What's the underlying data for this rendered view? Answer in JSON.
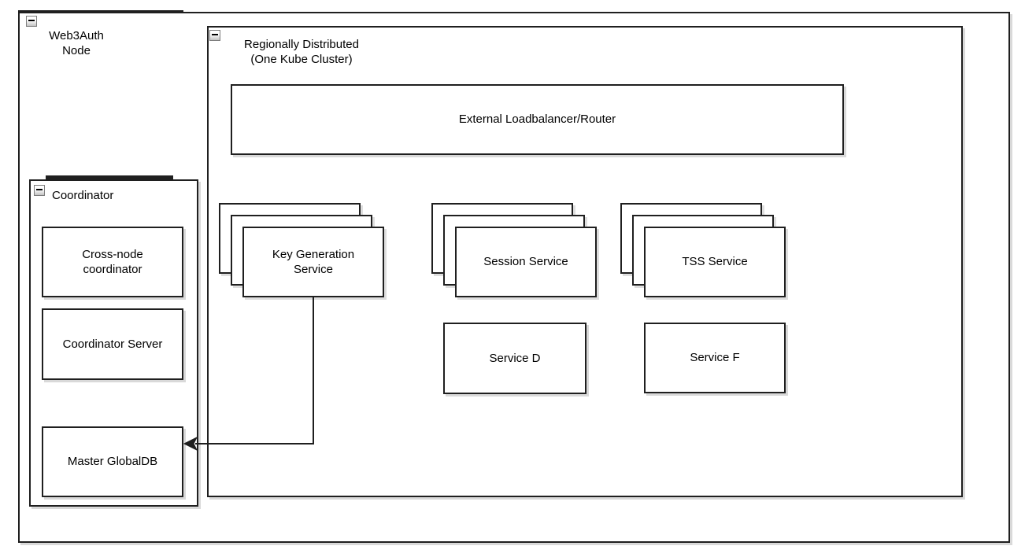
{
  "canvas": {
    "background": "#ffffff",
    "stroke_color": "#1f1f1f",
    "fill_color": "#ffffff",
    "shadow_color": "#d9d9d9"
  },
  "containers": {
    "web3auth": {
      "label": "Web3Auth\nNode",
      "icon": "collapse-minus-icon"
    },
    "regional": {
      "label": "Regionally Distributed\n(One Kube Cluster)",
      "icon": "collapse-minus-icon"
    },
    "coordinator": {
      "label": "Coordinator",
      "icon": "collapse-minus-icon"
    }
  },
  "nodes": {
    "loadbalancer": {
      "label": "External Loadbalancer/Router"
    },
    "key_generation": {
      "label": "Key Generation\nService",
      "stacked_copies": 3
    },
    "session": {
      "label": "Session Service",
      "stacked_copies": 3
    },
    "tss": {
      "label": "TSS Service",
      "stacked_copies": 3
    },
    "service_d": {
      "label": "Service D"
    },
    "service_f": {
      "label": "Service F"
    },
    "cross_node": {
      "label": "Cross-node\ncoordinator"
    },
    "coordinator_server": {
      "label": "Coordinator Server"
    },
    "master_globaldb": {
      "label": "Master GlobalDB"
    }
  },
  "edges": [
    {
      "from": "key_generation",
      "to": "master_globaldb",
      "style": "orthogonal-arrow",
      "direction": "into-right-side-of-target"
    }
  ]
}
